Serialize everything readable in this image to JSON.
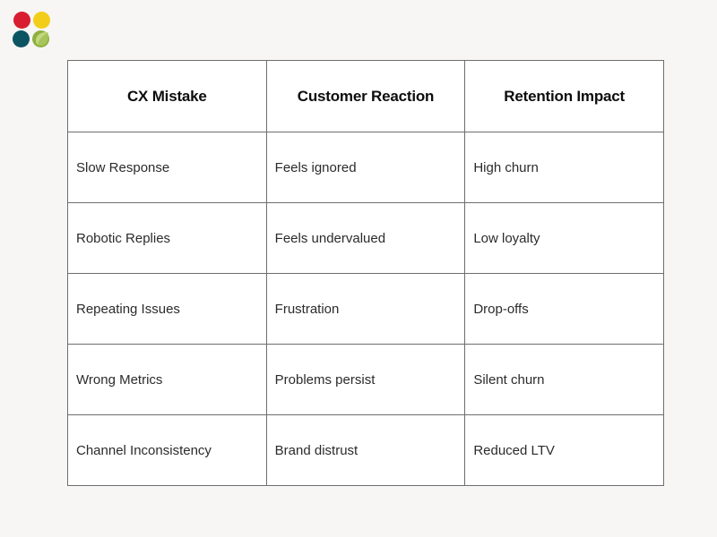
{
  "page": {
    "background_color": "#f7f6f4"
  },
  "logo": {
    "name": "four-dot-leaf-logo",
    "dots": [
      {
        "name": "red-dot",
        "color": "#d81e30",
        "position": "top-left"
      },
      {
        "name": "yellow-dot",
        "color": "#f2ce1b",
        "position": "top-right"
      },
      {
        "name": "teal-dot",
        "color": "#0d5463",
        "position": "bottom-left"
      },
      {
        "name": "green-dot",
        "color": "#8fb03e",
        "position": "bottom-right"
      }
    ],
    "leaf_color": "#b9cf6a"
  },
  "table": {
    "name": "cx-mistakes-table",
    "border_color": "#6e6e6e",
    "cell_background": "#ffffff",
    "columns": [
      "CX Mistake",
      "Customer Reaction",
      "Retention Impact"
    ],
    "rows": [
      [
        "Slow Response",
        "Feels ignored",
        "High churn"
      ],
      [
        "Robotic Replies",
        "Feels undervalued",
        "Low loyalty"
      ],
      [
        "Repeating Issues",
        "Frustration",
        "Drop-offs"
      ],
      [
        "Wrong Metrics",
        "Problems persist",
        "Silent churn"
      ],
      [
        "Channel Inconsistency",
        "Brand distrust",
        "Reduced LTV"
      ]
    ]
  }
}
